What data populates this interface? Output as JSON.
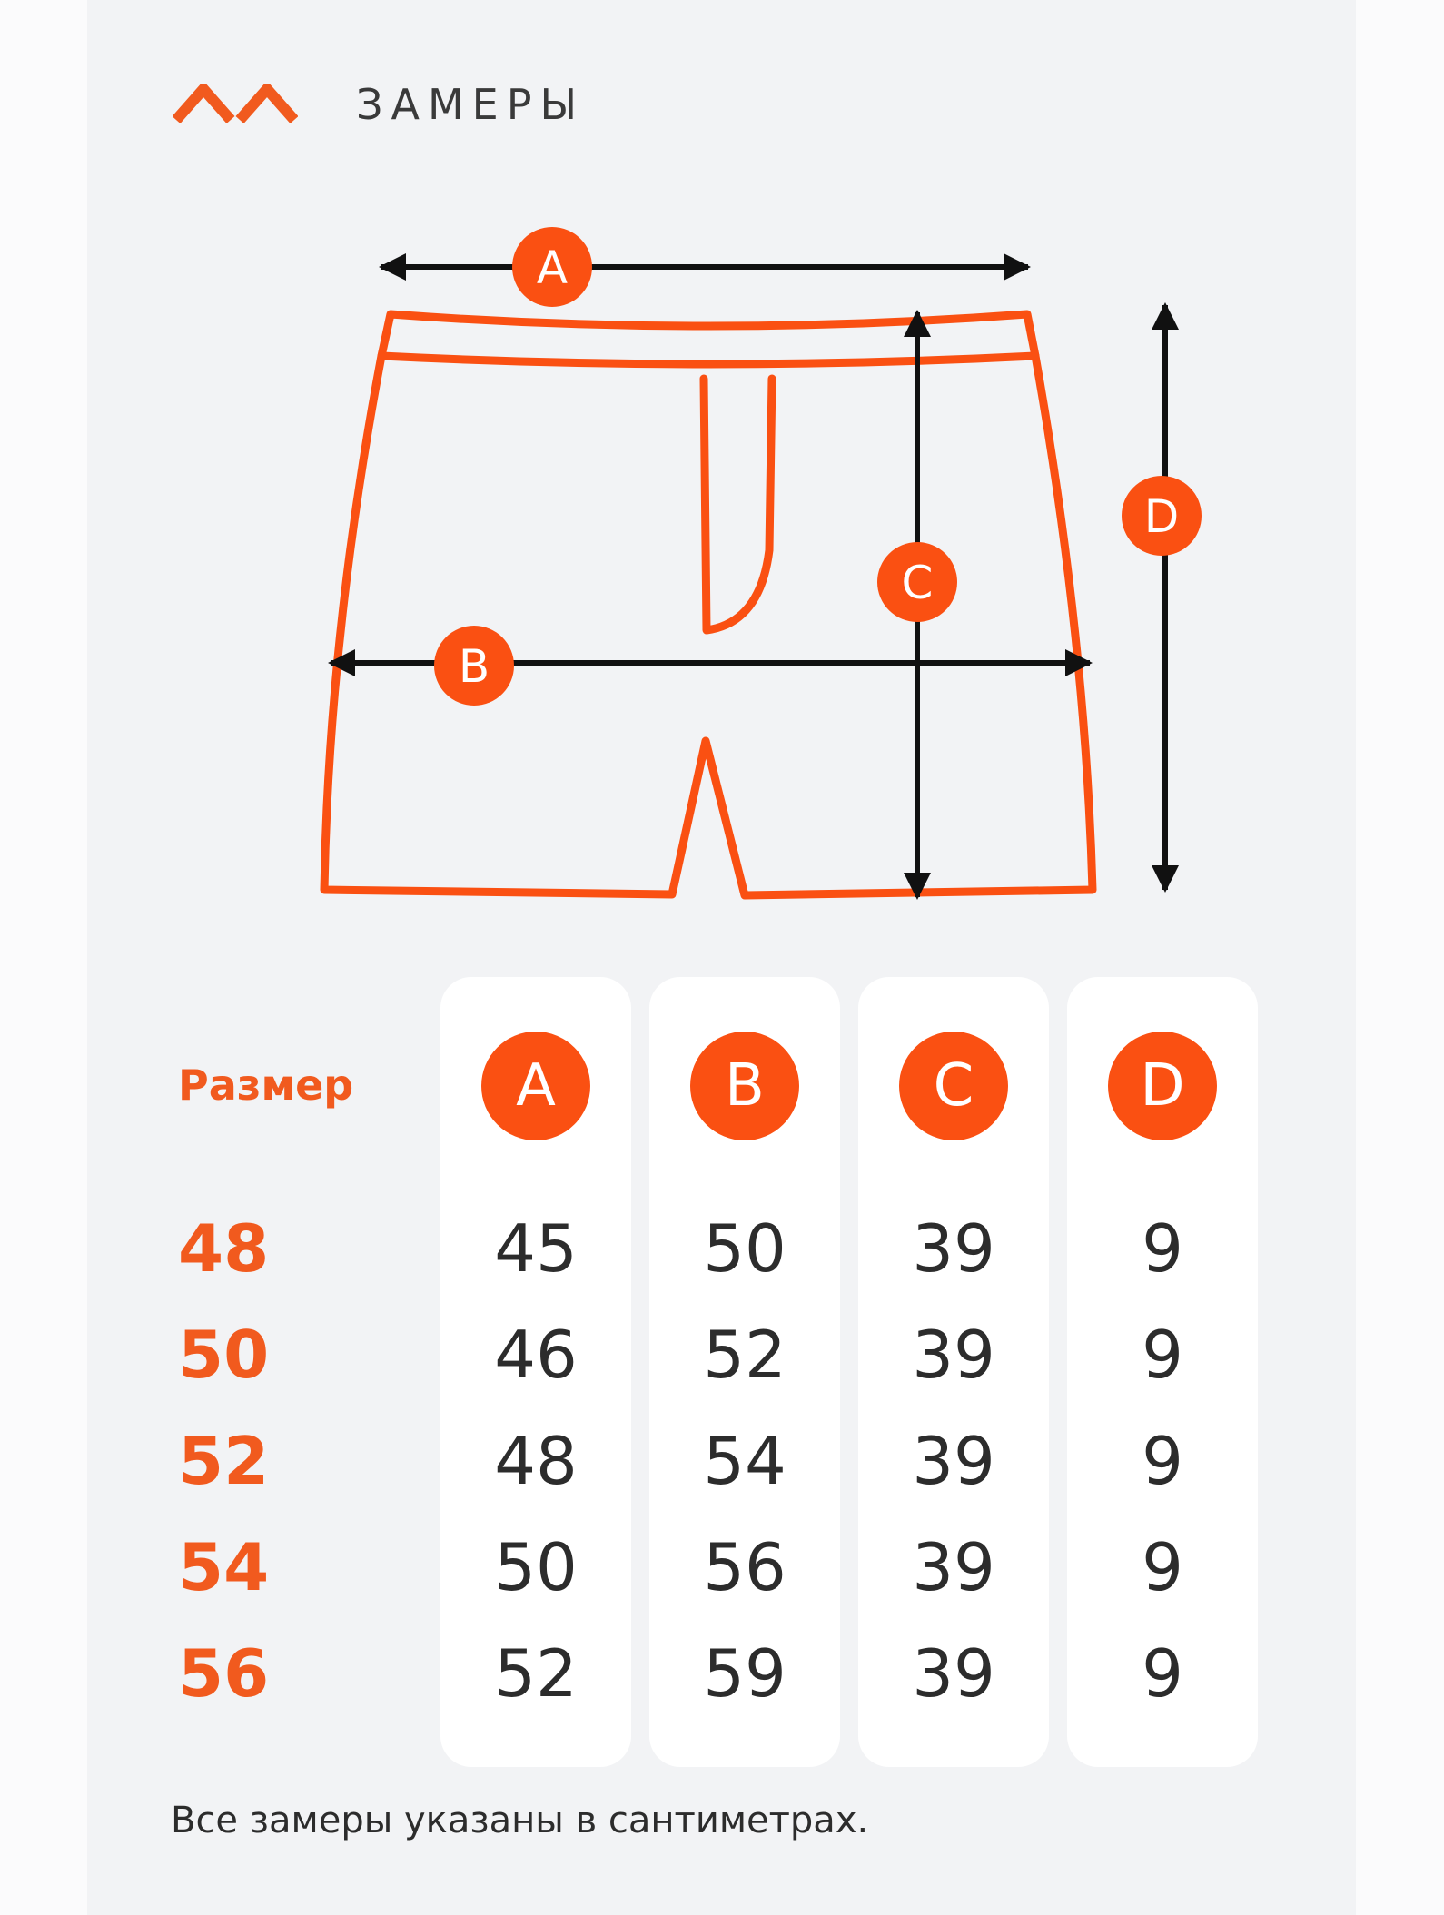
{
  "header": {
    "title": "ЗАМЕРЫ",
    "logo_icon": "double-chevron-logo-icon"
  },
  "colors": {
    "accent": "#f15a1e",
    "badge": "#fa5012",
    "text": "#2c2c2c",
    "background": "#f2f3f5",
    "card": "#ffffff"
  },
  "diagram": {
    "labels": [
      "A",
      "B",
      "C",
      "D"
    ]
  },
  "table": {
    "size_label": "Размер",
    "columns": [
      "A",
      "B",
      "C",
      "D"
    ],
    "sizes": [
      "48",
      "50",
      "52",
      "54",
      "56"
    ],
    "rows": [
      [
        "45",
        "50",
        "39",
        "9"
      ],
      [
        "46",
        "52",
        "39",
        "9"
      ],
      [
        "48",
        "54",
        "39",
        "9"
      ],
      [
        "50",
        "56",
        "39",
        "9"
      ],
      [
        "52",
        "59",
        "39",
        "9"
      ]
    ]
  },
  "footnote": "Все замеры указаны в сантиметрах."
}
